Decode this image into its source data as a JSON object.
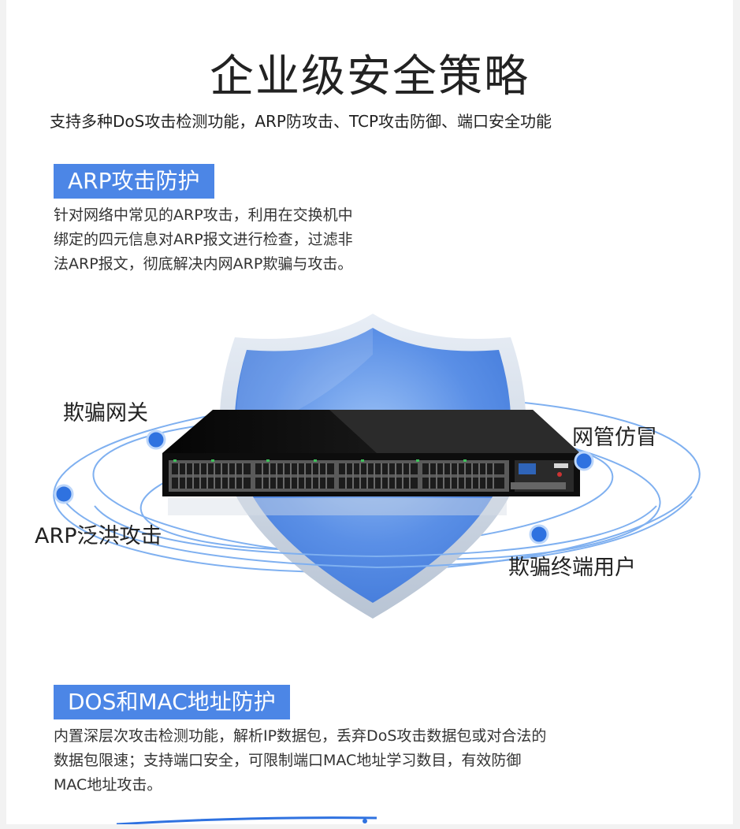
{
  "header": {
    "title": "企业级安全策略",
    "subtitle": "支持多种DoS攻击检测功能，ARP防攻击、TCP攻击防御、端口安全功能"
  },
  "arp_section": {
    "label": "ARP攻击防护",
    "lines": [
      "针对网络中常见的ARP攻击，利用在交换机中",
      "绑定的四元信息对ARP报文进行检查，过滤非",
      "法ARP报文，彻底解决内网ARP欺骗与攻击。"
    ]
  },
  "diagram": {
    "labels": {
      "top_left": "欺骗网关",
      "top_right": "网管仿冒",
      "bottom_left": "ARP泛洪攻击",
      "bottom_right": "欺骗终端用户"
    },
    "colors": {
      "shield": "#5a8fe6",
      "orbit": "#6aa3ee",
      "node": "#2f72e0",
      "switch_body": "#111111"
    }
  },
  "dos_section": {
    "label": "DOS和MAC地址防护",
    "lines": [
      "内置深层次攻击检测功能，解析IP数据包，丢弃DoS攻击数据包或对合法的",
      "数据包限速；支持端口安全，可限制端口MAC地址学习数目，有效防御",
      "MAC地址攻击。"
    ]
  }
}
